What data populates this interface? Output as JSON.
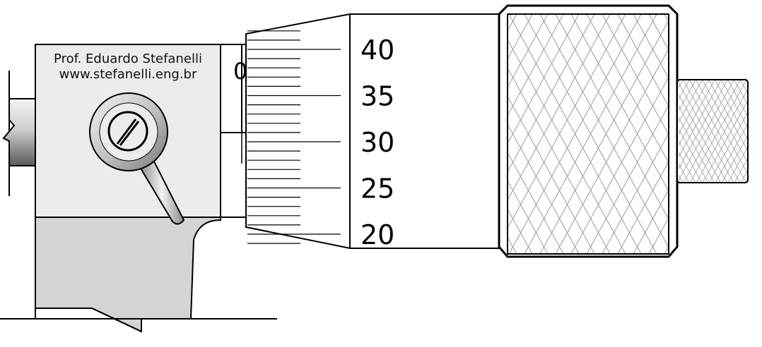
{
  "credit": {
    "author": "Prof. Eduardo Stefanelli",
    "website": "www.stefanelli.eng.br"
  },
  "sleeve": {
    "main_scale_number": "0",
    "upper_lines_mm": 0,
    "lower_lines_half_mm": 1
  },
  "thimble": {
    "labels": [
      "40",
      "35",
      "30",
      "25",
      "20"
    ],
    "visible_divisions_from": 19,
    "visible_divisions_to": 42
  },
  "colors": {
    "outline": "#000000",
    "frame_gray": "#d4d4d4",
    "body_light": "#ececec",
    "knurl_line": "#9a9a9a"
  },
  "icons": {
    "lock": "lock-lever-icon",
    "screw": "slotted-screw-icon",
    "break": "break-mark-icon"
  }
}
